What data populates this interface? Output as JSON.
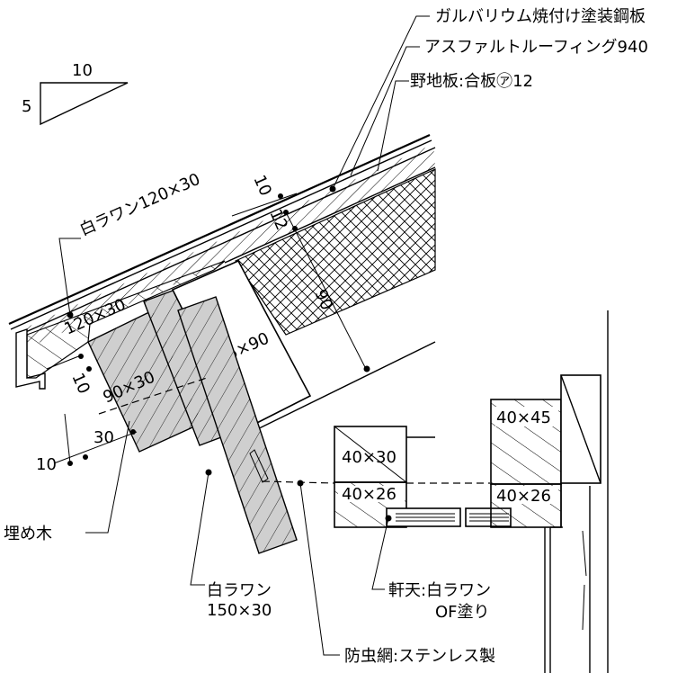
{
  "slope": {
    "run": "10",
    "rise": "5"
  },
  "callouts": {
    "roofing": "ガルバリウム焼付け塗装鋼板",
    "underlay": "アスファルトルーフィング940",
    "sheathing": "野地板:合板㋐12",
    "fascia_board": "白ラワン120×30",
    "filler": "埋め木",
    "barge_board_line1": "白ラワン",
    "barge_board_line2": "150×30",
    "soffit_line1": "軒天:白ラワン",
    "soffit_line2": "OF塗り",
    "insect_screen": "防虫網:ステンレス製"
  },
  "members": {
    "fascia": "120×30",
    "rafter_small": "90×30",
    "rafter": "45×90",
    "batten_upper": "40×30",
    "batten_lower": "40×26",
    "batten_right_upper": "40×45",
    "batten_right_lower": "40×26"
  },
  "dimensions": {
    "gap_top": "10",
    "sheathing_thickness": "12",
    "insulation_depth": "90",
    "edge_offset": "10",
    "drip_offset": "30",
    "drip_gap": "10"
  },
  "colors": {
    "line": "#000000",
    "fill_grey": "#cfcfcf",
    "background": "#ffffff"
  }
}
